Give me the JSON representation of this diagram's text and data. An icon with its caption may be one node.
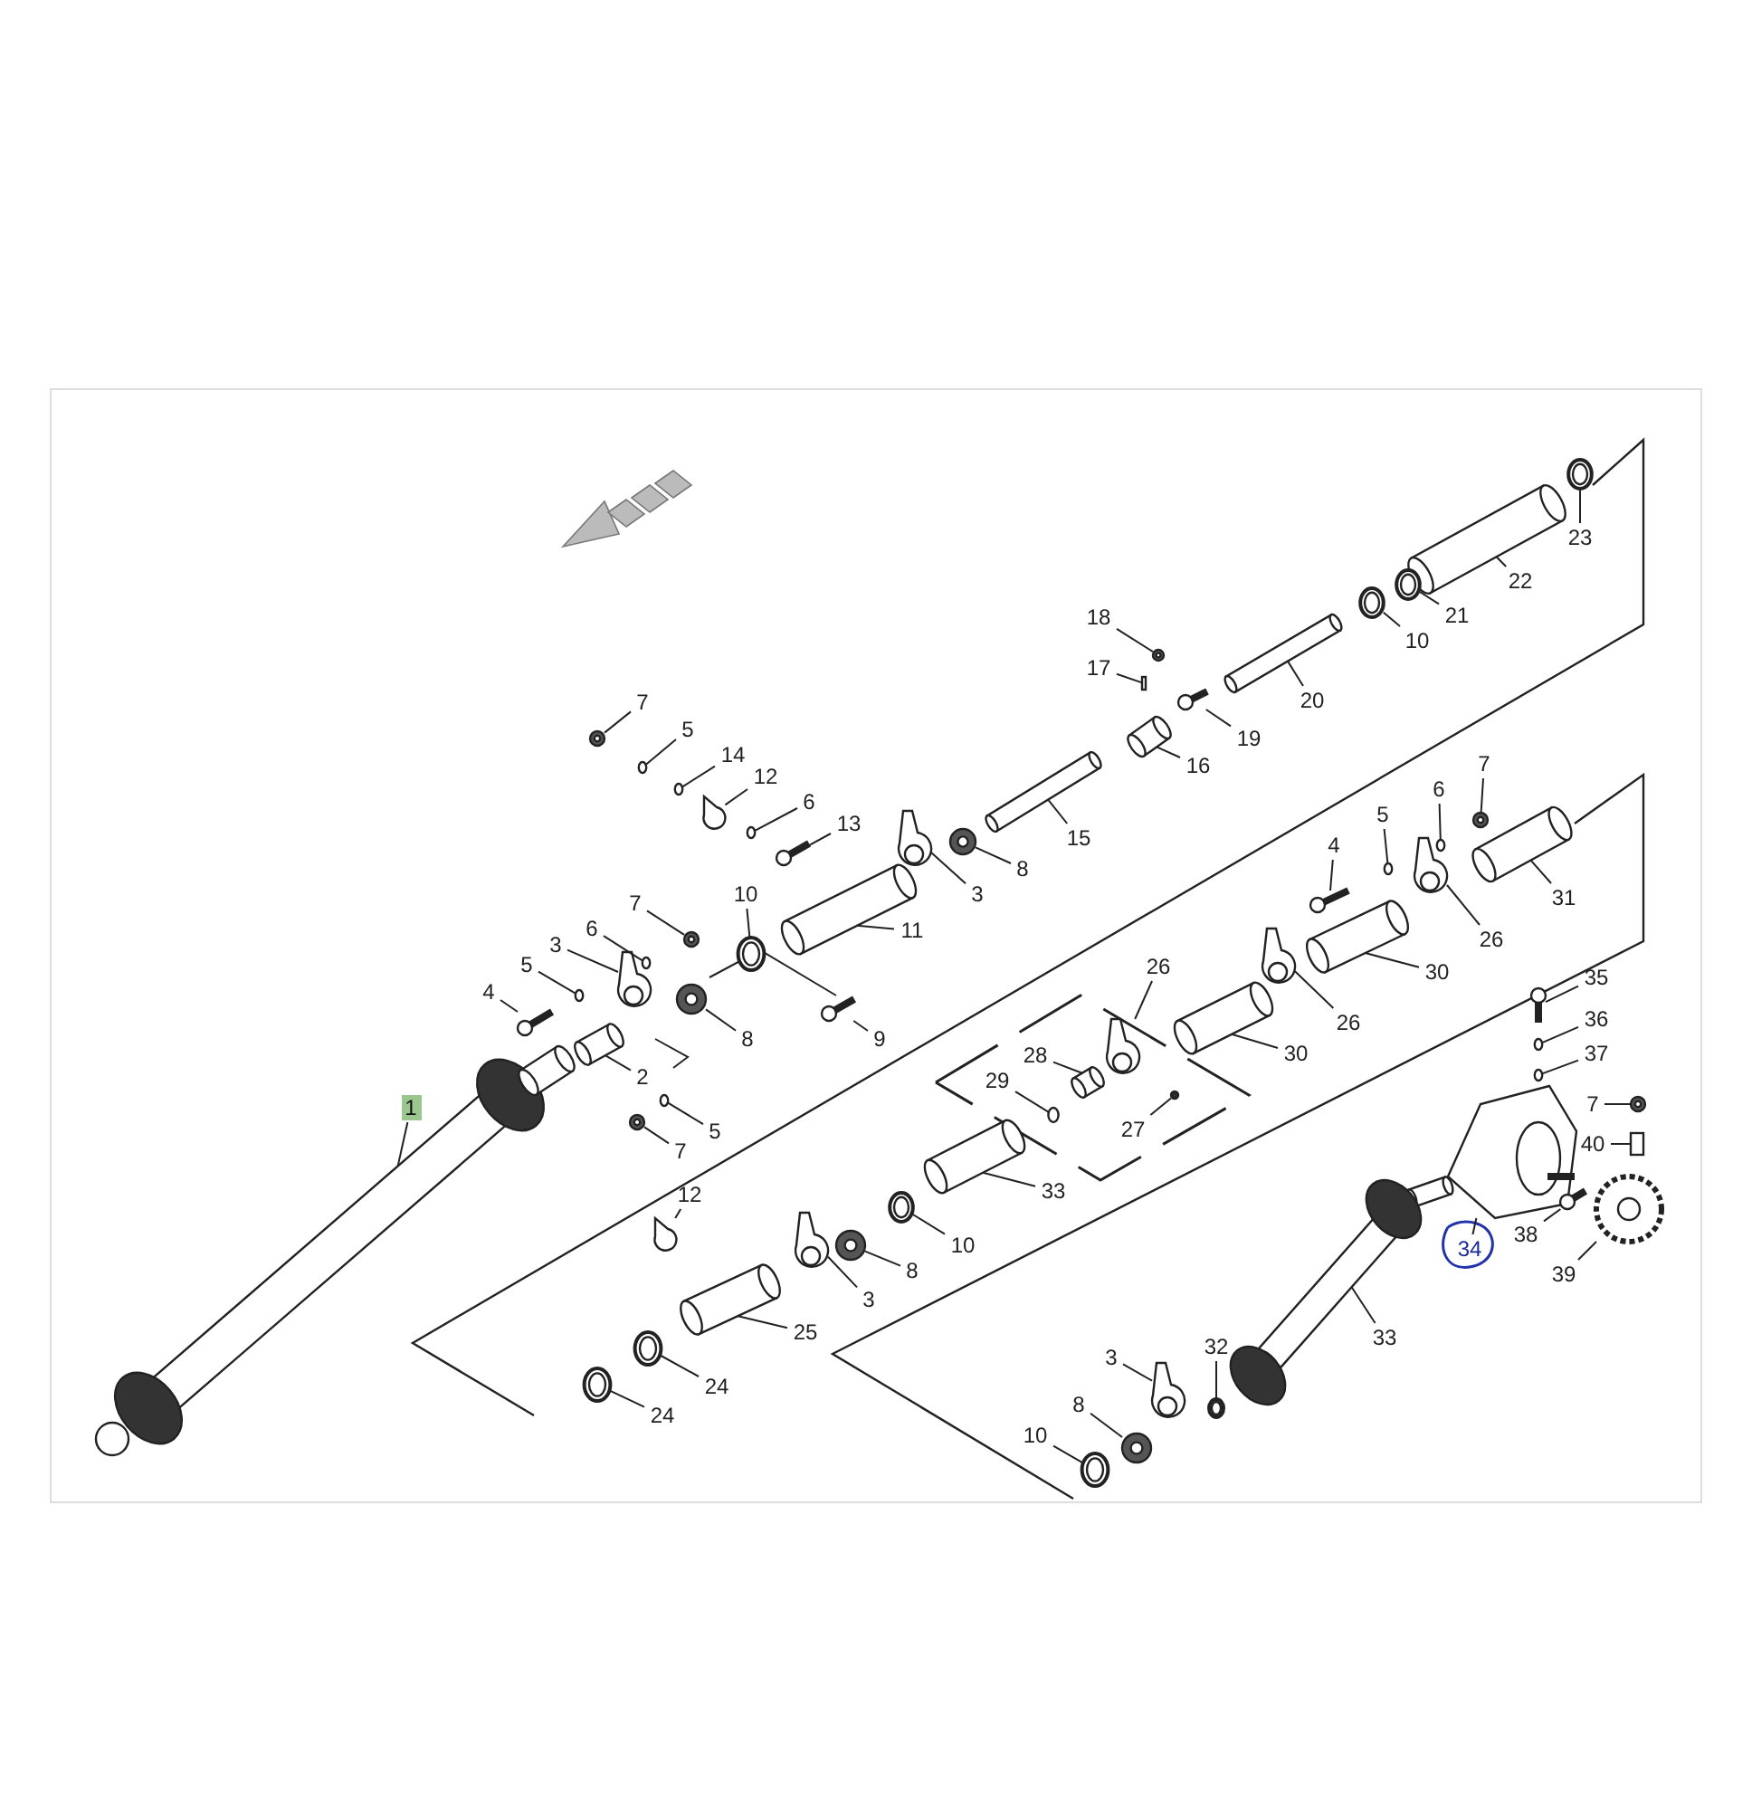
{
  "diagram": {
    "nodes": [
      {
        "text": [
          "23"
        ]
      },
      {
        "text": [
          "22"
        ]
      },
      {
        "text": [
          "21"
        ]
      },
      {
        "text": [
          "10"
        ]
      },
      {
        "text": [
          "18"
        ]
      },
      {
        "text": [
          "20"
        ]
      },
      {
        "text": [
          "17"
        ]
      },
      {
        "text": [
          "19"
        ]
      },
      {
        "text": [
          "7"
        ]
      },
      {
        "text": [
          "5"
        ]
      },
      {
        "text": [
          "14"
        ]
      },
      {
        "text": [
          "16"
        ]
      },
      {
        "text": [
          "12"
        ]
      },
      {
        "text": [
          "6"
        ]
      },
      {
        "text": [
          "15"
        ]
      },
      {
        "text": [
          "13"
        ]
      },
      {
        "text": [
          "7"
        ]
      },
      {
        "text": [
          "3"
        ]
      },
      {
        "text": [
          "8"
        ]
      },
      {
        "text": [
          "6"
        ]
      },
      {
        "text": [
          "5"
        ]
      },
      {
        "text": [
          "4"
        ]
      },
      {
        "text": [
          "31"
        ]
      },
      {
        "text": [
          "10"
        ]
      },
      {
        "text": [
          "11"
        ]
      },
      {
        "text": [
          "7"
        ]
      },
      {
        "text": [
          "6"
        ]
      },
      {
        "text": [
          "3"
        ]
      },
      {
        "text": [
          "5"
        ]
      },
      {
        "text": [
          "4"
        ]
      },
      {
        "text": [
          "26"
        ]
      },
      {
        "text": [
          "26"
        ]
      },
      {
        "text": [
          "30"
        ]
      },
      {
        "text": [
          "8"
        ]
      },
      {
        "text": [
          "9"
        ]
      },
      {
        "text": [
          "2"
        ]
      },
      {
        "text": [
          "28"
        ]
      },
      {
        "text": [
          "26"
        ]
      },
      {
        "text": [
          "30"
        ]
      },
      {
        "text": [
          "35"
        ]
      },
      {
        "text": [
          "29"
        ]
      },
      {
        "text": [
          "36"
        ]
      },
      {
        "text": [
          "37"
        ]
      },
      {
        "text": [
          "27"
        ]
      },
      {
        "text": [
          "1"
        ]
      },
      {
        "text": [
          "5"
        ]
      },
      {
        "text": [
          "7"
        ]
      },
      {
        "text": [
          "7"
        ]
      },
      {
        "text": [
          "40"
        ]
      },
      {
        "text": [
          "33"
        ]
      },
      {
        "text": [
          "12"
        ]
      },
      {
        "text": [
          "34"
        ]
      },
      {
        "text": [
          "38"
        ]
      },
      {
        "text": [
          "10"
        ]
      },
      {
        "text": [
          "8"
        ]
      },
      {
        "text": [
          "39"
        ]
      },
      {
        "text": [
          "3"
        ]
      },
      {
        "text": [
          "25"
        ]
      },
      {
        "text": [
          "33"
        ]
      },
      {
        "text": [
          "32"
        ]
      },
      {
        "text": [
          "24"
        ]
      },
      {
        "text": [
          "3"
        ]
      },
      {
        "text": [
          "24"
        ]
      },
      {
        "text": [
          "8"
        ]
      },
      {
        "text": [
          "10"
        ]
      },
      {
        "text": [],
        "shape": "picture"
      },
      {
        "text": [],
        "shape": "picture"
      },
      {
        "text": [],
        "shape": "picture"
      },
      {
        "text": [],
        "shape": "picture"
      },
      {
        "text": [],
        "shape": "picture"
      },
      {
        "text": [],
        "shape": "picture"
      },
      {
        "text": [],
        "shape": "box"
      },
      {
        "text": [],
        "shape": "picture"
      },
      {
        "text": [],
        "shape": "picture"
      },
      {
        "text": [],
        "shape": "circle"
      },
      {
        "text": [],
        "shape": "circle"
      },
      {
        "text": [],
        "shape": "picture"
      },
      {
        "text": [],
        "shape": "picture"
      },
      {
        "text": [],
        "shape": "circle"
      },
      {
        "text": [],
        "shape": "picture"
      },
      {
        "text": [],
        "shape": "picture"
      },
      {
        "text": [],
        "shape": "picture"
      },
      {
        "text": [],
        "shape": "picture"
      },
      {
        "text": [],
        "shape": "picture"
      },
      {
        "text": [],
        "shape": "circle"
      },
      {
        "text": [],
        "shape": "circle"
      },
      {
        "text": [],
        "shape": "picture"
      },
      {
        "text": [],
        "shape": "picture"
      },
      {
        "text": [],
        "shape": "picture"
      },
      {
        "text": [],
        "shape": "picture"
      },
      {
        "text": [],
        "shape": "picture"
      },
      {
        "text": [],
        "shape": "circle"
      },
      {
        "text": [],
        "shape": "picture"
      },
      {
        "text": [],
        "shape": "circle"
      },
      {
        "text": [],
        "shape": "picture"
      },
      {
        "text": [],
        "shape": "picture"
      },
      {
        "text": [],
        "shape": "picture"
      },
      {
        "text": [],
        "shape": "picture"
      },
      {
        "text": [],
        "shape": "picture"
      },
      {
        "text": [],
        "shape": "picture"
      },
      {
        "text": [],
        "shape": "picture"
      },
      {
        "text": [],
        "shape": "picture"
      },
      {
        "text": [],
        "shape": "picture"
      },
      {
        "text": [],
        "shape": "picture"
      },
      {
        "text": [],
        "shape": "picture"
      },
      {
        "text": [],
        "shape": "circle"
      },
      {
        "text": [],
        "shape": "circle"
      },
      {
        "text": [],
        "shape": "circle"
      },
      {
        "text": [],
        "shape": "picture"
      },
      {
        "text": [],
        "shape": "picture"
      },
      {
        "text": [],
        "shape": "circle"
      },
      {
        "text": [],
        "shape": "picture"
      },
      {
        "text": [],
        "shape": "picture"
      },
      {
        "text": [],
        "shape": "box"
      },
      {
        "text": [],
        "shape": "picture"
      },
      {
        "text": [],
        "shape": "picture"
      },
      {
        "text": [],
        "shape": "picture"
      },
      {
        "text": [],
        "shape": "picture"
      },
      {
        "text": [],
        "shape": "picture"
      },
      {
        "text": [],
        "shape": "picture"
      },
      {
        "text": [],
        "shape": "picture"
      },
      {
        "text": [],
        "shape": "picture"
      },
      {
        "text": [],
        "shape": "picture"
      },
      {
        "text": [],
        "shape": "picture"
      },
      {
        "text": [],
        "shape": "picture"
      },
      {
        "text": [],
        "shape": "picture"
      },
      {
        "text": [],
        "shape": "picture"
      },
      {
        "text": [],
        "shape": "picture"
      },
      {
        "text": [],
        "shape": "picture"
      },
      {
        "text": [],
        "shape": "picture"
      }
    ],
    "edges": [
      {
        "from": 0,
        "to": 65,
        "arrow": "none"
      },
      {
        "from": 1,
        "to": 66,
        "arrow": "none"
      },
      {
        "from": 2,
        "to": 67,
        "arrow": "none"
      },
      {
        "from": 3,
        "to": 68,
        "arrow": "none"
      },
      {
        "from": 4,
        "to": 69,
        "arrow": "none"
      },
      {
        "from": 5,
        "to": 70,
        "arrow": "none"
      },
      {
        "from": 6,
        "to": 71,
        "arrow": "none"
      },
      {
        "from": 7,
        "to": 72,
        "arrow": "none"
      },
      {
        "from": 8,
        "to": 73,
        "arrow": "none"
      },
      {
        "from": 9,
        "to": 74,
        "arrow": "none"
      },
      {
        "from": 10,
        "to": 75,
        "arrow": "none"
      },
      {
        "from": 11,
        "to": 76,
        "arrow": "none"
      },
      {
        "from": 12,
        "to": 77,
        "arrow": "none"
      },
      {
        "from": 13,
        "to": 78,
        "arrow": "none"
      },
      {
        "from": 14,
        "to": 79,
        "arrow": "none"
      },
      {
        "from": 15,
        "to": 80,
        "arrow": "none"
      },
      {
        "from": 16,
        "to": 81,
        "arrow": "none"
      },
      {
        "from": 17,
        "to": 82,
        "arrow": "none"
      },
      {
        "from": 18,
        "to": 83,
        "arrow": "none"
      },
      {
        "from": 19,
        "to": 84,
        "arrow": "none"
      },
      {
        "from": 20,
        "to": 85,
        "arrow": "none"
      },
      {
        "from": 21,
        "to": 86,
        "arrow": "none"
      },
      {
        "from": 22,
        "to": 87,
        "arrow": "none"
      },
      {
        "from": 23,
        "to": 88,
        "arrow": "none"
      },
      {
        "from": 24,
        "to": 89,
        "arrow": "none"
      },
      {
        "from": 25,
        "to": 90,
        "arrow": "none"
      },
      {
        "from": 26,
        "to": 91,
        "arrow": "none"
      },
      {
        "from": 27,
        "to": 92,
        "arrow": "none"
      },
      {
        "from": 28,
        "to": 93,
        "arrow": "none"
      },
      {
        "from": 29,
        "to": 94,
        "arrow": "none"
      },
      {
        "from": 30,
        "to": 95,
        "arrow": "none"
      },
      {
        "from": 31,
        "to": 96,
        "arrow": "none"
      },
      {
        "from": 32,
        "to": 97,
        "arrow": "none"
      },
      {
        "from": 33,
        "to": 98,
        "arrow": "none"
      },
      {
        "from": 34,
        "to": 99,
        "arrow": "none"
      },
      {
        "from": 35,
        "to": 100,
        "arrow": "none"
      },
      {
        "from": 36,
        "to": 101,
        "arrow": "none"
      },
      {
        "from": 37,
        "to": 102,
        "arrow": "none"
      },
      {
        "from": 38,
        "to": 103,
        "arrow": "none"
      },
      {
        "from": 39,
        "to": 104,
        "arrow": "none"
      },
      {
        "from": 40,
        "to": 105,
        "arrow": "none"
      },
      {
        "from": 41,
        "to": 106,
        "arrow": "none"
      },
      {
        "from": 42,
        "to": 107,
        "arrow": "none"
      },
      {
        "from": 43,
        "to": 108,
        "arrow": "none"
      },
      {
        "from": 44,
        "to": 109,
        "arrow": "none"
      },
      {
        "from": 45,
        "to": 110,
        "arrow": "none"
      },
      {
        "from": 46,
        "to": 111,
        "arrow": "none"
      },
      {
        "from": 47,
        "to": 112,
        "arrow": "none"
      },
      {
        "from": 48,
        "to": 113,
        "arrow": "none"
      },
      {
        "from": 49,
        "to": 114,
        "arrow": "none"
      },
      {
        "from": 50,
        "to": 115,
        "arrow": "none"
      },
      {
        "from": 51,
        "to": 116,
        "arrow": "none"
      },
      {
        "from": 52,
        "to": 117,
        "arrow": "none"
      },
      {
        "from": 53,
        "to": 118,
        "arrow": "none"
      },
      {
        "from": 54,
        "to": 119,
        "arrow": "none"
      },
      {
        "from": 55,
        "to": 120,
        "arrow": "none"
      },
      {
        "from": 56,
        "to": 121,
        "arrow": "none"
      },
      {
        "from": 57,
        "to": 122,
        "arrow": "none"
      },
      {
        "from": 58,
        "to": 123,
        "arrow": "none"
      },
      {
        "from": 59,
        "to": 124,
        "arrow": "none"
      },
      {
        "from": 60,
        "to": 125,
        "arrow": "none"
      },
      {
        "from": 61,
        "to": 126,
        "arrow": "none"
      },
      {
        "from": 62,
        "to": 127,
        "arrow": "none"
      },
      {
        "from": 63,
        "to": 128,
        "arrow": "none"
      },
      {
        "from": 64,
        "to": 129,
        "arrow": "none"
      }
    ]
  }
}
